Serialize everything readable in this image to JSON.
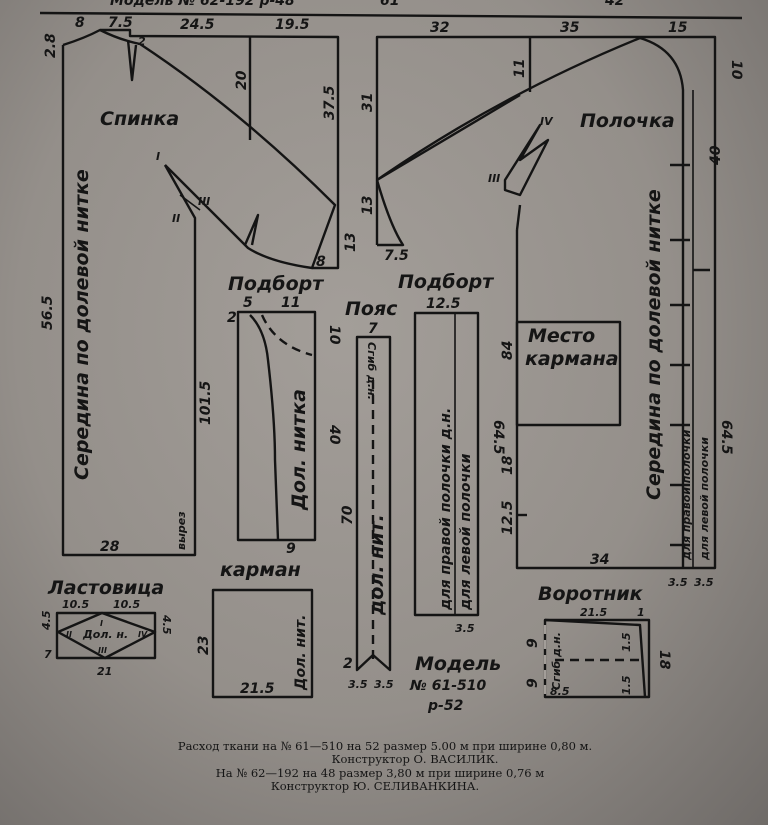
{
  "header": {
    "text": "Модель № 62-192 р-48",
    "left_num": "61",
    "right_num": "42"
  },
  "back": {
    "title": "Спинка",
    "grain": "Середина по долевой нитке",
    "dims": {
      "neck_h": "2.8",
      "neck_w": "8",
      "shoulder": "7.5",
      "top_mid": "24.5",
      "top_right": "19.5",
      "dart": "2",
      "v20": "20",
      "v37": "37.5",
      "sleeve": "8",
      "right_h": "13",
      "length": "56.5",
      "side": "101.5",
      "hem": "28",
      "notch": "вырез"
    },
    "marks": {
      "m1": "I",
      "m2": "II",
      "m3": "III"
    }
  },
  "front": {
    "title": "Полочка",
    "grain": "Середина по долевой нитке",
    "dims": {
      "top_left": "32",
      "top_mid": "35",
      "top_right": "15",
      "v11": "11",
      "v31": "31",
      "v10": "10",
      "v13": "13",
      "v75": "7.5",
      "v40": "40",
      "v84": "84",
      "v18": "18",
      "v125": "12.5",
      "v645": "64.5",
      "hem": "34",
      "b1": "3.5",
      "b2": "3.5"
    },
    "marks": {
      "m3": "III",
      "m4": "IV"
    },
    "strip_right": "для правой полочки",
    "strip_left": "для левой полочки"
  },
  "pocket_place": {
    "line1": "Место",
    "line2": "кармана"
  },
  "facing1": {
    "title": "Подборт",
    "grain": "Дол. нитка",
    "d2": "2",
    "d5": "5",
    "d11": "11",
    "d10": "10",
    "d40": "40",
    "d9": "9"
  },
  "belt": {
    "title": "Пояс",
    "fold": "Сгиб д.н.",
    "grain": "дол. нит.",
    "d7": "7",
    "d70": "70",
    "d2": "2",
    "b1": "3.5",
    "b2": "3.5"
  },
  "facing2": {
    "title": "Подборт",
    "width": "12.5",
    "right": "для правой полочки д.н.",
    "left": "для левой полочки",
    "d645": "64.5",
    "d35": "3.5"
  },
  "pocket": {
    "title": "карман",
    "grain": "Дол. нит.",
    "h": "23",
    "w": "21.5"
  },
  "gusset": {
    "title": "Ластовица",
    "grain": "Дол. н.",
    "w1": "10.5",
    "w2": "10.5",
    "h1": "4.5",
    "h2": "4.5",
    "h3": "7",
    "w": "21",
    "m1": "I",
    "m2": "II",
    "m3": "III",
    "m4": "IV"
  },
  "collar": {
    "title": "Воротник",
    "fold": "Сгиб д.н.",
    "w": "21.5",
    "d1": "1",
    "h1": "9",
    "h2": "9",
    "d15a": "1.5",
    "d15b": "1.5",
    "h": "18",
    "b": "8.5"
  },
  "model": {
    "line1": "Модель",
    "line2": "№ 61-510",
    "line3": "р-52"
  },
  "caption": {
    "l1": "Расход ткани на № 61—510 на 52 размер 5.00 м при ширине 0,80 м.",
    "l2": "Конструктор О. ВАСИЛИК.",
    "l3": "На № 62—192 на 48 размер 3,80 м при ширине 0,76 м",
    "l4": "Конструктор Ю. СЕЛИВАНКИНА."
  }
}
